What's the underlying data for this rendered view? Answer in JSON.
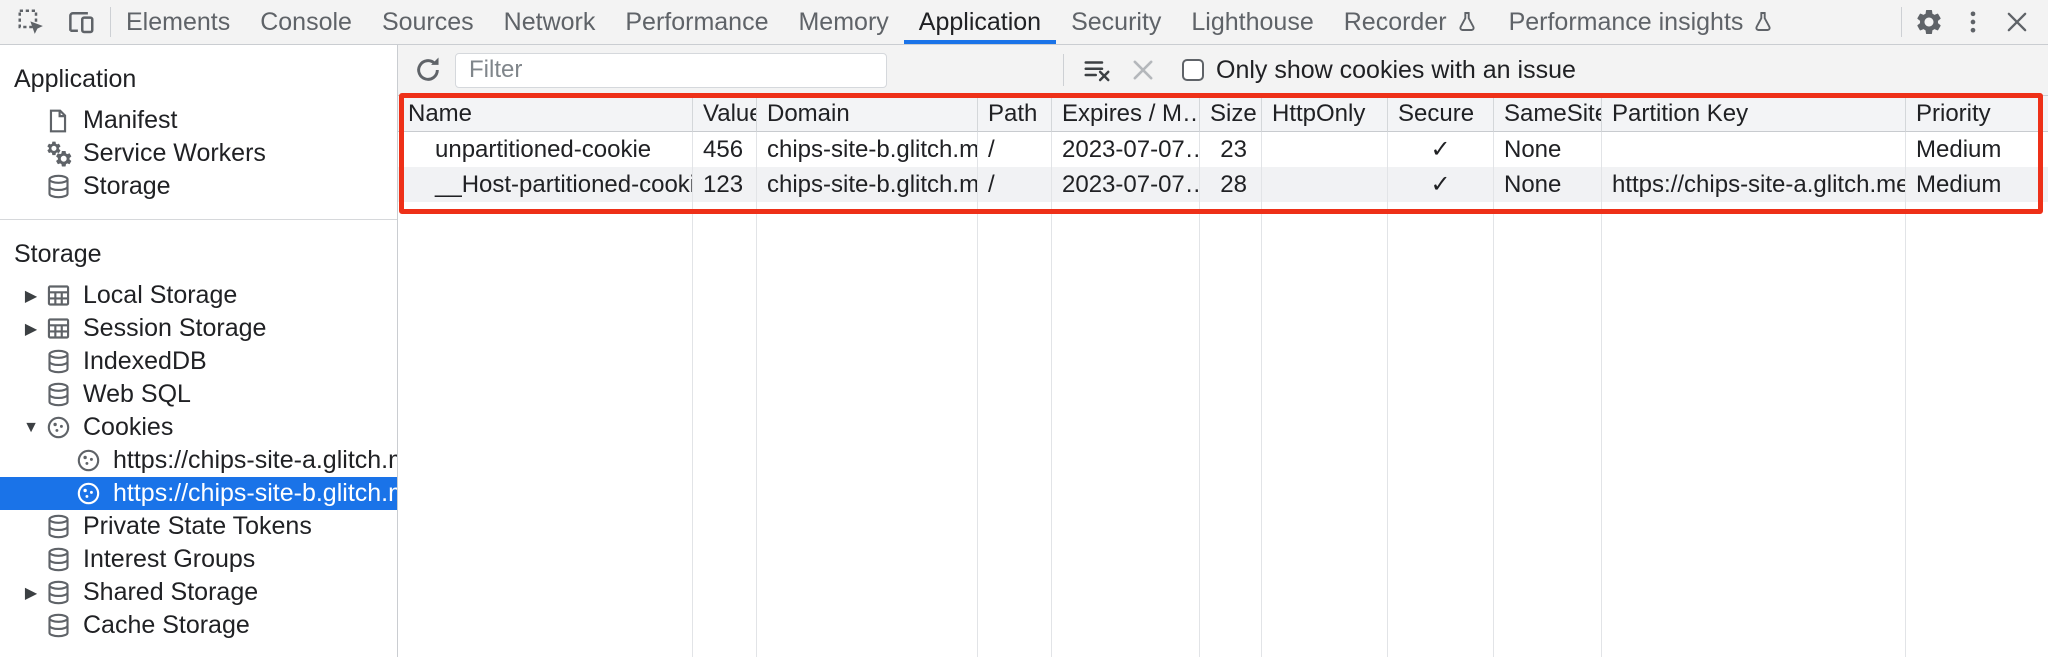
{
  "devtools": {
    "toolbar": {
      "tabs": [
        {
          "label": "Elements"
        },
        {
          "label": "Console"
        },
        {
          "label": "Sources"
        },
        {
          "label": "Network"
        },
        {
          "label": "Performance"
        },
        {
          "label": "Memory"
        },
        {
          "label": "Application",
          "selected": true
        },
        {
          "label": "Security"
        },
        {
          "label": "Lighthouse"
        },
        {
          "label": "Recorder",
          "flask": true
        },
        {
          "label": "Performance insights",
          "flask": true
        }
      ],
      "accent_color": "#1a73e8",
      "icons": [
        "inspect-icon",
        "device-toolbar-icon",
        "settings-gear-icon",
        "more-options-icon",
        "close-icon"
      ]
    },
    "sidebar": {
      "sections": [
        {
          "title": "Application",
          "items": [
            {
              "label": "Manifest",
              "icon": "manifest-file-icon",
              "level": 1
            },
            {
              "label": "Service Workers",
              "icon": "service-workers-gears-icon",
              "level": 1
            },
            {
              "label": "Storage",
              "icon": "database-icon",
              "level": 1
            }
          ]
        },
        {
          "title": "Storage",
          "items": [
            {
              "label": "Local Storage",
              "icon": "table-grid-icon",
              "level": 1,
              "arrow": "collapsed"
            },
            {
              "label": "Session Storage",
              "icon": "table-grid-icon",
              "level": 1,
              "arrow": "collapsed"
            },
            {
              "label": "IndexedDB",
              "icon": "database-icon",
              "level": 1
            },
            {
              "label": "Web SQL",
              "icon": "database-icon",
              "level": 1
            },
            {
              "label": "Cookies",
              "icon": "cookie-icon",
              "level": 1,
              "arrow": "expanded"
            },
            {
              "label": "https://chips-site-a.glitch.me",
              "icon": "cookie-icon",
              "level": 2
            },
            {
              "label": "https://chips-site-b.glitch.me",
              "icon": "cookie-icon",
              "level": 2,
              "selected": true
            },
            {
              "label": "Private State Tokens",
              "icon": "database-icon",
              "level": 1
            },
            {
              "label": "Interest Groups",
              "icon": "database-icon",
              "level": 1
            },
            {
              "label": "Shared Storage",
              "icon": "database-icon",
              "level": 1,
              "arrow": "collapsed"
            },
            {
              "label": "Cache Storage",
              "icon": "database-icon",
              "level": 1
            }
          ]
        }
      ],
      "selected_color": "#1a73e8"
    },
    "cookies_panel": {
      "filter_placeholder": "Filter",
      "only_issue_label": "Only show cookies with an issue",
      "checkbox_checked": false,
      "highlight_color": "#ee3018",
      "table": {
        "columns": [
          "Name",
          "Value",
          "Domain",
          "Path",
          "Expires / M…",
          "Size",
          "HttpOnly",
          "Secure",
          "SameSite",
          "Partition Key",
          "Priority"
        ],
        "column_keys": [
          "name",
          "value",
          "domain",
          "path",
          "expires",
          "size",
          "http_only",
          "secure",
          "same_site",
          "partition_key",
          "priority"
        ],
        "rows": [
          {
            "name": "unpartitioned-cookie",
            "value": "456",
            "domain": "chips-site-b.glitch.me",
            "path": "/",
            "expires": "2023-07-07…",
            "size": "23",
            "http_only": "",
            "secure": "✓",
            "same_site": "None",
            "partition_key": "",
            "priority": "Medium"
          },
          {
            "name": "__Host-partitioned-cookie",
            "value": "123",
            "domain": "chips-site-b.glitch.me",
            "path": "/",
            "expires": "2023-07-07…",
            "size": "28",
            "http_only": "",
            "secure": "✓",
            "same_site": "None",
            "partition_key": "https://chips-site-a.glitch.me",
            "priority": "Medium"
          }
        ]
      }
    }
  }
}
